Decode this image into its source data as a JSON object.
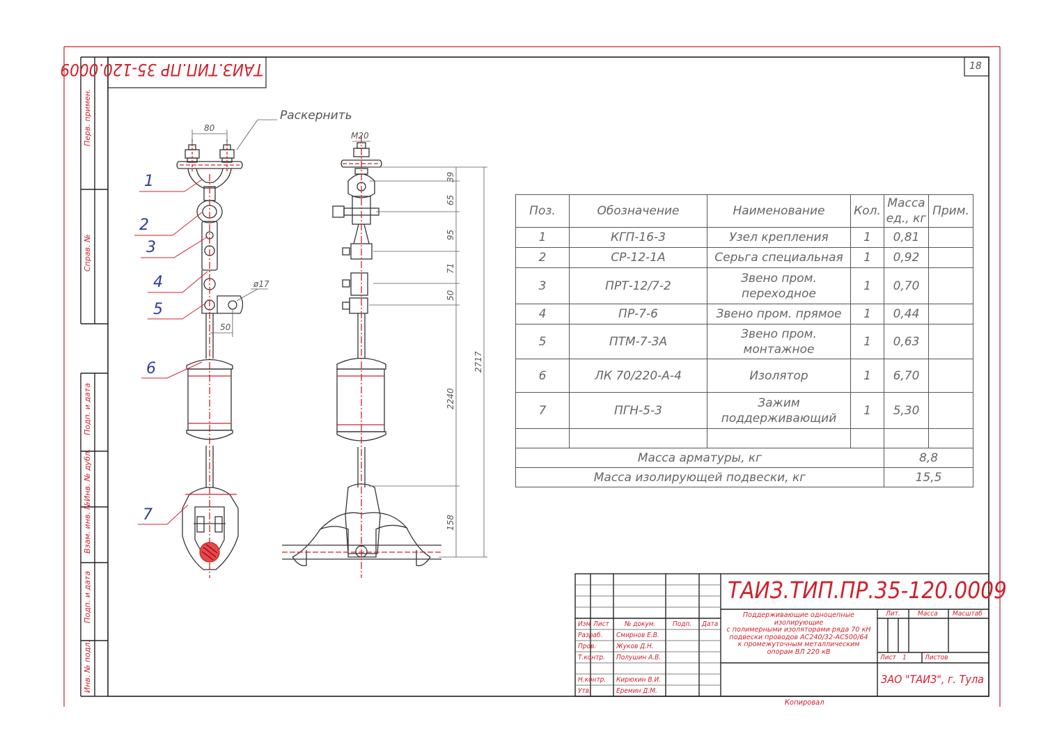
{
  "doc": {
    "sheet_no": "18",
    "code": "ТАИЗ.ТИП.ПР.35-120.0009",
    "stamp_code": "ТАИЗ.ТИП.ПР 35-120.0009",
    "note_label": "Раскернить",
    "copied": "Копировал"
  },
  "side_stamp": {
    "perv_primen": "Перв. примен.",
    "sprav_no": "Справ. №",
    "podp_data_1": "Подп. и дата",
    "inv_dubl": "Инв. № дубл.",
    "vzam_inv": "Взам. инв. №",
    "podp_data_2": "Подп. и дата",
    "inv_podl": "Инв. № подл."
  },
  "callouts": [
    "1",
    "2",
    "3",
    "4",
    "5",
    "6",
    "7"
  ],
  "dimensions": {
    "w80": "80",
    "m20": "М20",
    "d17": "ø17",
    "w50": "50",
    "d39": "39",
    "d65": "65",
    "d95": "95",
    "d71": "71",
    "d50": "50",
    "d2240": "2240",
    "d158": "158",
    "d2717": "2717"
  },
  "spec": {
    "headers": [
      "Поз.",
      "Обозначение",
      "Наименование",
      "Кол.",
      "Масса ед., кг",
      "Прим."
    ],
    "rows": [
      {
        "pos": "1",
        "code": "КГП-16-3",
        "name": "Узел крепления",
        "qty": "1",
        "mass": "0,81",
        "note": ""
      },
      {
        "pos": "2",
        "code": "СР-12-1А",
        "name": "Серьга специальная",
        "qty": "1",
        "mass": "0,92",
        "note": ""
      },
      {
        "pos": "3",
        "code": "ПРТ-12/7-2",
        "name": "Звено пром. переходное",
        "qty": "1",
        "mass": "0,70",
        "note": ""
      },
      {
        "pos": "4",
        "code": "ПР-7-6",
        "name": "Звено пром. прямое",
        "qty": "1",
        "mass": "0,44",
        "note": ""
      },
      {
        "pos": "5",
        "code": "ПТМ-7-3А",
        "name": "Звено пром. монтажное",
        "qty": "1",
        "mass": "0,63",
        "note": ""
      },
      {
        "pos": "6",
        "code": "ЛК 70/220-А-4",
        "name": "Изолятор",
        "qty": "1",
        "mass": "6,70",
        "note": ""
      },
      {
        "pos": "7",
        "code": "ПГН-5-3",
        "name": "Зажим поддерживающий",
        "qty": "1",
        "mass": "5,30",
        "note": ""
      }
    ],
    "sum_fittings_label": "Масса арматуры, кг",
    "sum_fittings_value": "8,8",
    "sum_total_label": "Масса изолирующей подвески, кг",
    "sum_total_value": "15,5"
  },
  "title_block": {
    "h_izm": "Изм",
    "h_list": "Лист",
    "h_dokum": "№ докум.",
    "h_podp": "Подп.",
    "h_data": "Дата",
    "roles": [
      {
        "role": "Разраб.",
        "name": "Смирнов Е.В."
      },
      {
        "role": "Пров.",
        "name": "Жуков Д.Н."
      },
      {
        "role": "Т.контр.",
        "name": "Полушин А.В."
      },
      {
        "role": "",
        "name": ""
      },
      {
        "role": "Н.контр.",
        "name": "Кирюхин В.И."
      },
      {
        "role": "Утв.",
        "name": "Еремин Д.М."
      }
    ],
    "description_lines": [
      "Поддерживающие одноцепные изолирующие",
      "с полимерными изоляторами ряда 70 кН",
      "подвески проводов АС240/32-АС500/64",
      "к промежуточным металлическим",
      "опорам ВЛ 220 кВ"
    ],
    "lit": "Лит.",
    "massa": "Масса",
    "masshtab": "Масштаб",
    "list_label": "Лист",
    "list_value": "1",
    "listov_label": "Листов",
    "company": "ЗАО \"ТАИЗ\", г. Тула"
  },
  "colors": {
    "frame_red": "#d0202a",
    "ink": "#333333",
    "stamp_blue": "#2f3b9e"
  }
}
